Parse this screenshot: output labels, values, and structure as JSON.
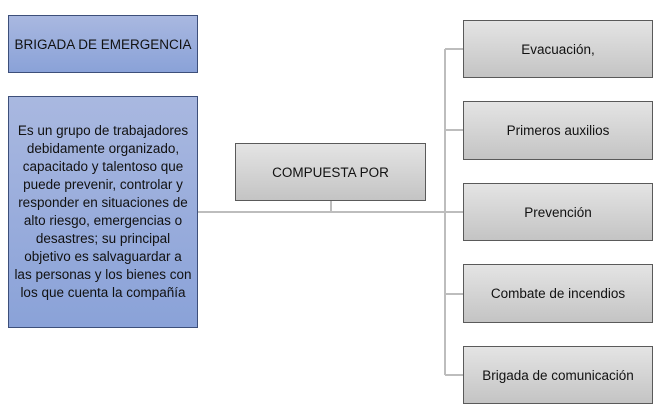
{
  "title": "BRIGADA DE EMERGENCIA",
  "description_lines": [
    "Es un grupo de trabajadores",
    "debidamente organizado,",
    "capacitado y talentoso que",
    "puede prevenir, controlar y",
    "responder en situaciones de",
    "alto riesgo, emergencias o",
    "desastres; su principal",
    "objetivo es salvaguardar a",
    "las personas y los bienes con",
    "los que cuenta la compañía"
  ],
  "center": "COMPUESTA POR",
  "branches": [
    "Evacuación,",
    "Primeros auxilios",
    "Prevención",
    "Combate de incendios",
    "Brigada de comunicación"
  ]
}
